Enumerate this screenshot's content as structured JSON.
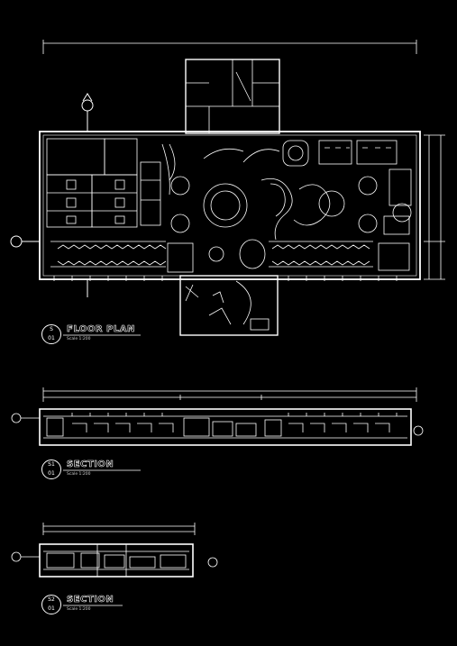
{
  "floor_plan": {
    "title": "FLOOR PLAN",
    "scale": "Scale 1:200",
    "ref_top": "S",
    "ref_bottom": "01"
  },
  "section1": {
    "title": "SECTION",
    "scale": "Scale 1:200",
    "ref_top": "S1",
    "ref_bottom": "01"
  },
  "section2": {
    "title": "SECTION",
    "scale": "Scale 1:200",
    "ref_top": "S2",
    "ref_bottom": "01"
  }
}
